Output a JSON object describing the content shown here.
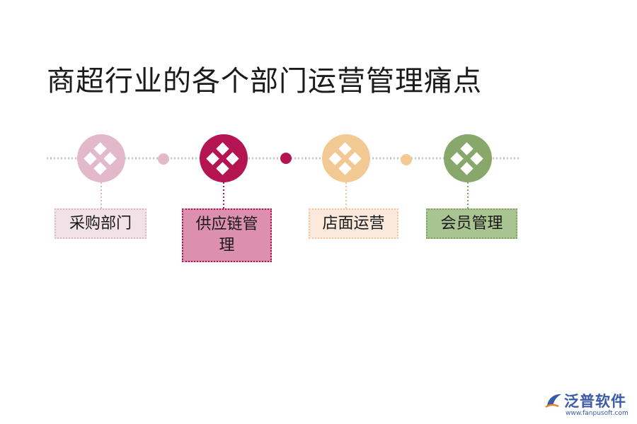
{
  "title": "商超行业的各个部门运营管理痛点",
  "nodes": [
    {
      "label": "采购部门",
      "color": "#e2b9ca",
      "icon": "diamond-grid-icon"
    },
    {
      "label": "供应链管理",
      "color": "#b51452",
      "icon": "diamond-grid-icon"
    },
    {
      "label": "店面运营",
      "color": "#f3c993",
      "icon": "diamond-grid-icon"
    },
    {
      "label": "会员管理",
      "color": "#87a86a",
      "icon": "diamond-grid-icon"
    }
  ],
  "connector_dots": [
    {
      "color": "#e2b9ca"
    },
    {
      "color": "#b51452"
    },
    {
      "color": "#f3c993"
    }
  ],
  "logo": {
    "name": "泛普软件",
    "url": "www.fanpusoft.com",
    "color": "#3a5aa8",
    "accent": "#e8832a"
  }
}
